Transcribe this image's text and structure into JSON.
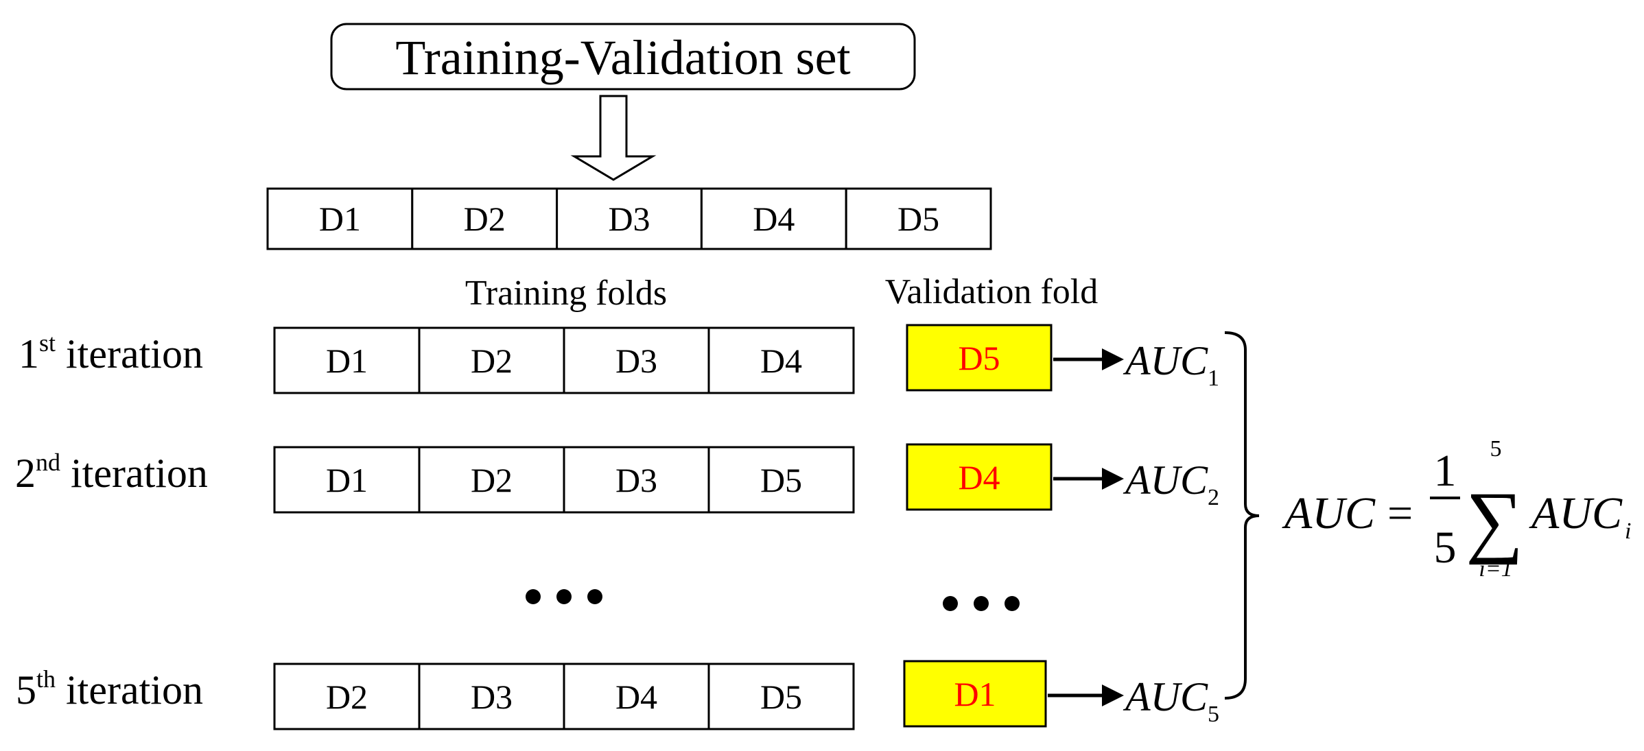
{
  "top_box": {
    "label": "Training-Validation set"
  },
  "split_row": {
    "cells": [
      "D1",
      "D2",
      "D3",
      "D4",
      "D5"
    ]
  },
  "headers": {
    "training": "Training folds",
    "validation": "Validation fold"
  },
  "iterations": [
    {
      "ordinal": "1",
      "suffix": "st",
      "word": " iteration",
      "training": [
        "D1",
        "D2",
        "D3",
        "D4"
      ],
      "validation": "D5",
      "auc": "AUC",
      "auc_sub": "1"
    },
    {
      "ordinal": "2",
      "suffix": "nd",
      "word": " iteration",
      "training": [
        "D1",
        "D2",
        "D3",
        "D5"
      ],
      "validation": "D4",
      "auc": "AUC",
      "auc_sub": "2"
    },
    {
      "ordinal": "5",
      "suffix": "th",
      "word": " iteration",
      "training": [
        "D2",
        "D3",
        "D4",
        "D5"
      ],
      "validation": "D1",
      "auc": "AUC",
      "auc_sub": "5"
    }
  ],
  "formula": {
    "lhs": "AUC",
    "equals": "=",
    "numerator": "1",
    "denominator": "5",
    "sum_symbol": "∑",
    "upper": "5",
    "lower": "i=1",
    "term": "AUC",
    "term_sub": "i"
  },
  "colors": {
    "validation_fill": "#ffff00",
    "validation_text": "#ff0000",
    "line": "#000000"
  }
}
